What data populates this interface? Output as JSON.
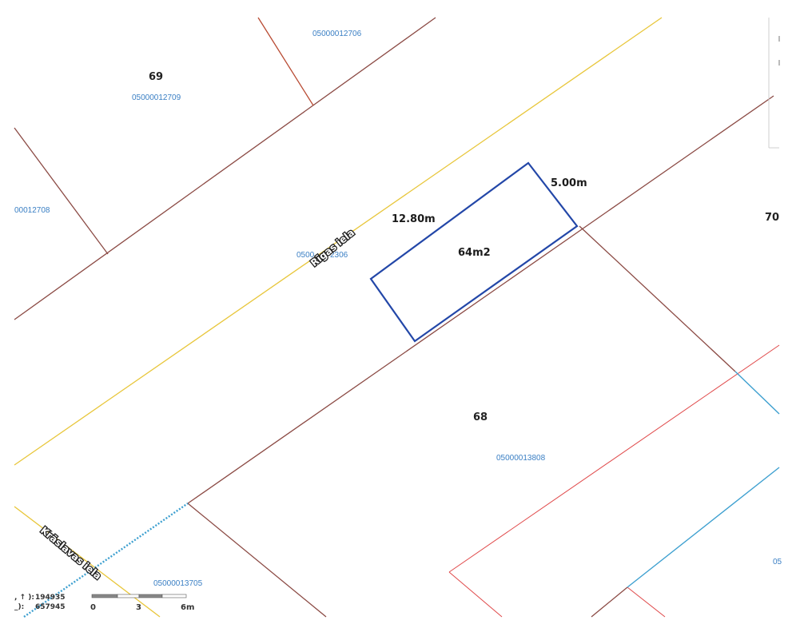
{
  "parcels": {
    "p69": {
      "number": "69",
      "cadastral": "05000012709"
    },
    "p68": {
      "number": "68",
      "cadastral": "05000013808"
    },
    "p70": {
      "number": "70"
    },
    "top": {
      "cadastral": "05000012706"
    },
    "left": {
      "cadastral": "00012708"
    },
    "road": {
      "cadastral": "0500",
      "cadastral_tail": "2306"
    },
    "bottom": {
      "cadastral": "05000013705"
    },
    "right_edge": {
      "cadastral": "05"
    }
  },
  "streets": {
    "main": "Rīgas iela",
    "side": "Krāslavas iela"
  },
  "plot": {
    "length_label": "12.80m",
    "width_label": "5.00m",
    "area_label": "64m2"
  },
  "coordinates": {
    "y_prefix": ", ↑ ):",
    "y_value": "194935",
    "x_prefix": "_):",
    "x_value": "657945"
  },
  "scale_bar": {
    "tick_0": "0",
    "tick_1": "3",
    "tick_2": "6m"
  },
  "colors": {
    "parcel_boundary": "#8b4a44",
    "road_edge": "#e8c63a",
    "plot_outline": "#2347a8",
    "red_boundary": "#e0494a",
    "water_line": "#3ea0d0"
  }
}
